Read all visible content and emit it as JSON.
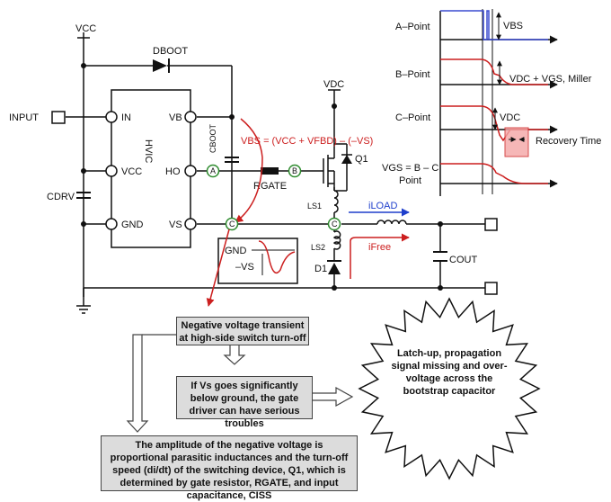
{
  "circuit": {
    "vcc": "VCC",
    "dboot": "DBOOT",
    "input": "INPUT",
    "hvic": "HVIC",
    "pin_in": "IN",
    "pin_vcc": "VCC",
    "pin_gnd": "GND",
    "pin_vb": "VB",
    "pin_ho": "HO",
    "pin_vs": "VS",
    "cboot": "CBOOT",
    "cdrv": "CDRV",
    "vdc": "VDC",
    "q1": "Q1",
    "rgate": "RGATE",
    "ls1": "LS1",
    "ls2": "LS2",
    "d1": "D1",
    "iload": "iLOAD",
    "ifree": "iFree",
    "cout": "COUT",
    "vbs_eq": "VBS = (VCC + VFBD) – (–VS)",
    "node_a": "A",
    "node_b": "B",
    "node_c": "C",
    "inset_gnd": "GND",
    "inset_vs": "–VS"
  },
  "waveforms": {
    "a_point": "A–Point",
    "b_point": "B–Point",
    "c_point": "C–Point",
    "vbs": "VBS",
    "vdc_vgs": "VDC + VGS, Miller",
    "vdc": "VDC",
    "recovery": "Recovery Time",
    "vgs_eq": "VGS = B – C",
    "point": "Point"
  },
  "flow": {
    "box1": "Negative voltage transient at high-side switch turn-off",
    "box2": "If Vs goes significantly below ground, the gate driver can have serious troubles",
    "box3": "The amplitude of the negative voltage is proportional parasitic inductances and the turn-off speed (di/dt) of the switching device, Q1, which is determined by gate resistor, RGATE, and input capacitance, CISS",
    "star": "Latch-up, propagation signal missing and over-voltage across the bootstrap capacitor"
  },
  "colors": {
    "red": "#cc1f1f",
    "green": "#2e8b2e",
    "blue": "#1f3fcc",
    "box": "#dcdcdc"
  }
}
